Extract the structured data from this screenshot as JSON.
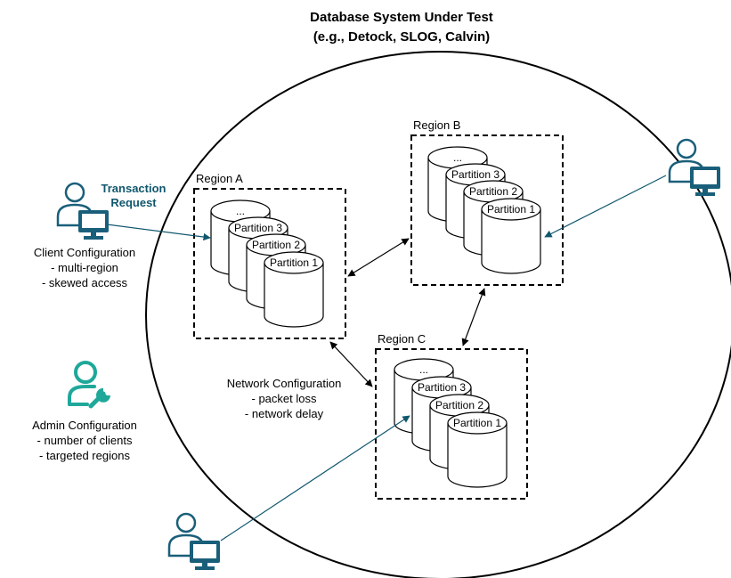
{
  "title": {
    "line1": "Database System Under Test",
    "line2": "(e.g., Detock, SLOG, Calvin)"
  },
  "transaction_request": {
    "line1": "Transaction",
    "line2": "Request"
  },
  "client_config": {
    "heading": "Client Configuration",
    "items": [
      "- multi-region",
      "- skewed access"
    ]
  },
  "admin_config": {
    "heading": "Admin Configuration",
    "items": [
      "- number of clients",
      "- targeted regions"
    ]
  },
  "network_config": {
    "heading": "Network Configuration",
    "items": [
      "- packet loss",
      "- network delay"
    ]
  },
  "regions": [
    {
      "label": "Region A",
      "partitions": [
        "...",
        "Partition 3",
        "Partition 2",
        "Partition 1"
      ]
    },
    {
      "label": "Region B",
      "partitions": [
        "...",
        "Partition 3",
        "Partition 2",
        "Partition 1"
      ]
    },
    {
      "label": "Region C",
      "partitions": [
        "...",
        "Partition 3",
        "Partition 2",
        "Partition 1"
      ]
    }
  ],
  "icons": {
    "client_user": "user-computer-icon",
    "admin": "user-wrench-icon"
  },
  "colors": {
    "client_line": "#10576e",
    "icon_main": "#1a5f7a",
    "admin_icon": "#1fa89a"
  }
}
